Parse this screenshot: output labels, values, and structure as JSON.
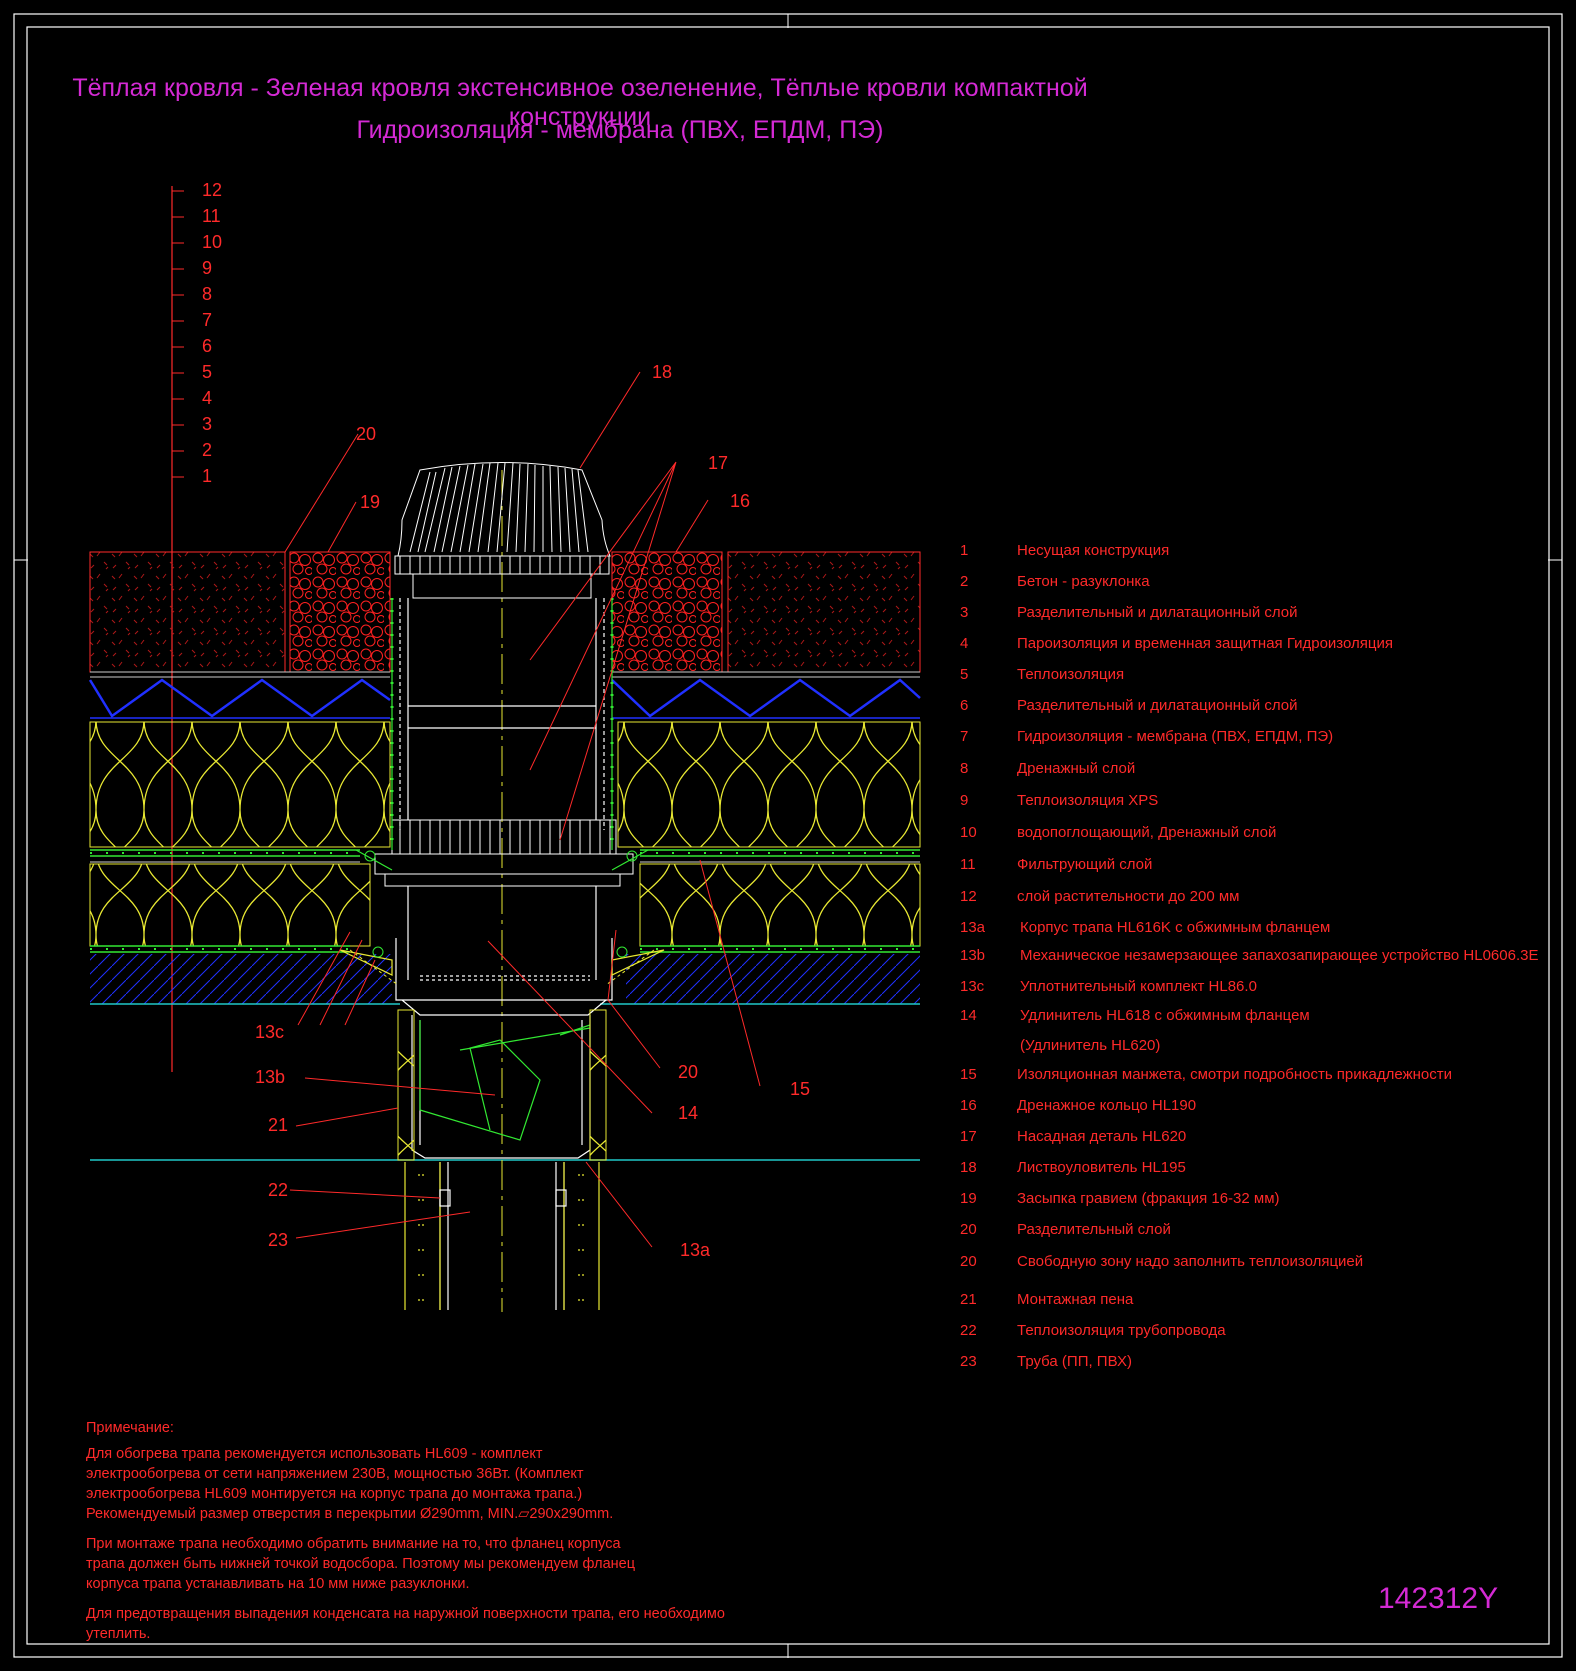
{
  "title_line1": "Тёплая кровля - Зеленая кровля экстенсивное озеленение, Тёплые кровли компактной конструкции",
  "title_line2": "Гидроизоляция - мембрана (ПВХ, ЕПДМ, ПЭ)",
  "layer_scale": [
    "12",
    "11",
    "10",
    "9",
    "8",
    "7",
    "6",
    "5",
    "4",
    "3",
    "2",
    "1"
  ],
  "callouts": {
    "c18": "18",
    "c20a": "20",
    "c17": "17",
    "c19": "19",
    "c16": "16",
    "c13c": "13c",
    "c13b": "13b",
    "c21": "21",
    "c20b": "20",
    "c14": "14",
    "c15": "15",
    "c22": "22",
    "c23": "23",
    "c13a": "13a"
  },
  "legend": [
    {
      "num": "1",
      "text": "Несущая конструкция"
    },
    {
      "num": "2",
      "text": "Бетон - разуклонка"
    },
    {
      "num": "3",
      "text": "Разделительный и дилатационный слой"
    },
    {
      "num": "4",
      "text": "Пароизоляция и временная защитная Гидроизоляция"
    },
    {
      "num": "5",
      "text": "Теплоизоляция"
    },
    {
      "num": "6",
      "text": "Разделительный и дилатационный слой"
    },
    {
      "num": "7",
      "text": "Гидроизоляция - мембрана (ПВХ, ЕПДМ, ПЭ)"
    },
    {
      "num": "8",
      "text": "Дренажный слой"
    },
    {
      "num": "9",
      "text": "Теплоизоляция XPS"
    },
    {
      "num": "10",
      "text": "водопоглощающий, Дренажный слой"
    },
    {
      "num": "11",
      "text": "Фильтрующий слой"
    },
    {
      "num": "12",
      "text": "слой растительности до 200 мм"
    },
    {
      "num": "13a",
      "text": "Корпус трапа HL616K с обжимным фланцем"
    },
    {
      "num": "13b",
      "text": "Механическое незамерзающее запахозапирающее устройство HL0606.3E"
    },
    {
      "num": "13c",
      "text": "Уплотнительный комплект HL86.0"
    },
    {
      "num": "14",
      "text": "Удлинитель HL618 с обжимным фланцем"
    },
    {
      "num": "",
      "text": "(Удлинитель HL620)"
    },
    {
      "num": "15",
      "text": "Изоляционная  манжета, смотри подробность прикадлежности"
    },
    {
      "num": "16",
      "text": "Дренажное кольцо HL190"
    },
    {
      "num": "17",
      "text": "Насадная деталь HL620"
    },
    {
      "num": "18",
      "text": "Листвоуловитель HL195"
    },
    {
      "num": "19",
      "text": "Засыпка гравием (фракция 16-32 мм)"
    },
    {
      "num": "20",
      "text": "Разделительный слой"
    },
    {
      "num": "20",
      "text": "Свободную зону надо заполнить теплоизоляцией"
    },
    {
      "num": "21",
      "text": "Монтажная пена"
    },
    {
      "num": "22",
      "text": "Теплоизоляция трубопровода"
    },
    {
      "num": "23",
      "text": "Труба (ПП, ПВХ)"
    }
  ],
  "notes": {
    "heading": "Примечание:",
    "p1": "Для обогрева трапа рекомендуется использовать HL609 - комплект электрообогрева от сети напряжением 230В, мощностью 36Вт. (Комплект электрообогрева HL609 монтируется на корпус трапа до монтажа трапа.) Рекомендуемый размер отверстия в перекрытии Ø290mm, MIN.▱290x290mm.",
    "p2": "При монтаже трапа необходимо обратить внимание на то, что фланец корпуса трапа должен быть нижней точкой водосбора. Поэтому мы рекомендуем фланец корпуса трапа устанавливать на 10 мм ниже разуклонки.",
    "p3": "Для предотвращения выпадения конденсата на наружной поверхности трапа, его необходимо утеплить."
  },
  "drawing_code": "142312Y",
  "colors": {
    "background": "#000000",
    "frame": "#ffffff",
    "title": "#d42ad4",
    "text": "#ff2a2a",
    "insulation": "#e8e832",
    "drainage": "#2030ff",
    "membrane": "#32e832",
    "slab_line": "#20c8c8",
    "gravel": "#ff2020"
  }
}
